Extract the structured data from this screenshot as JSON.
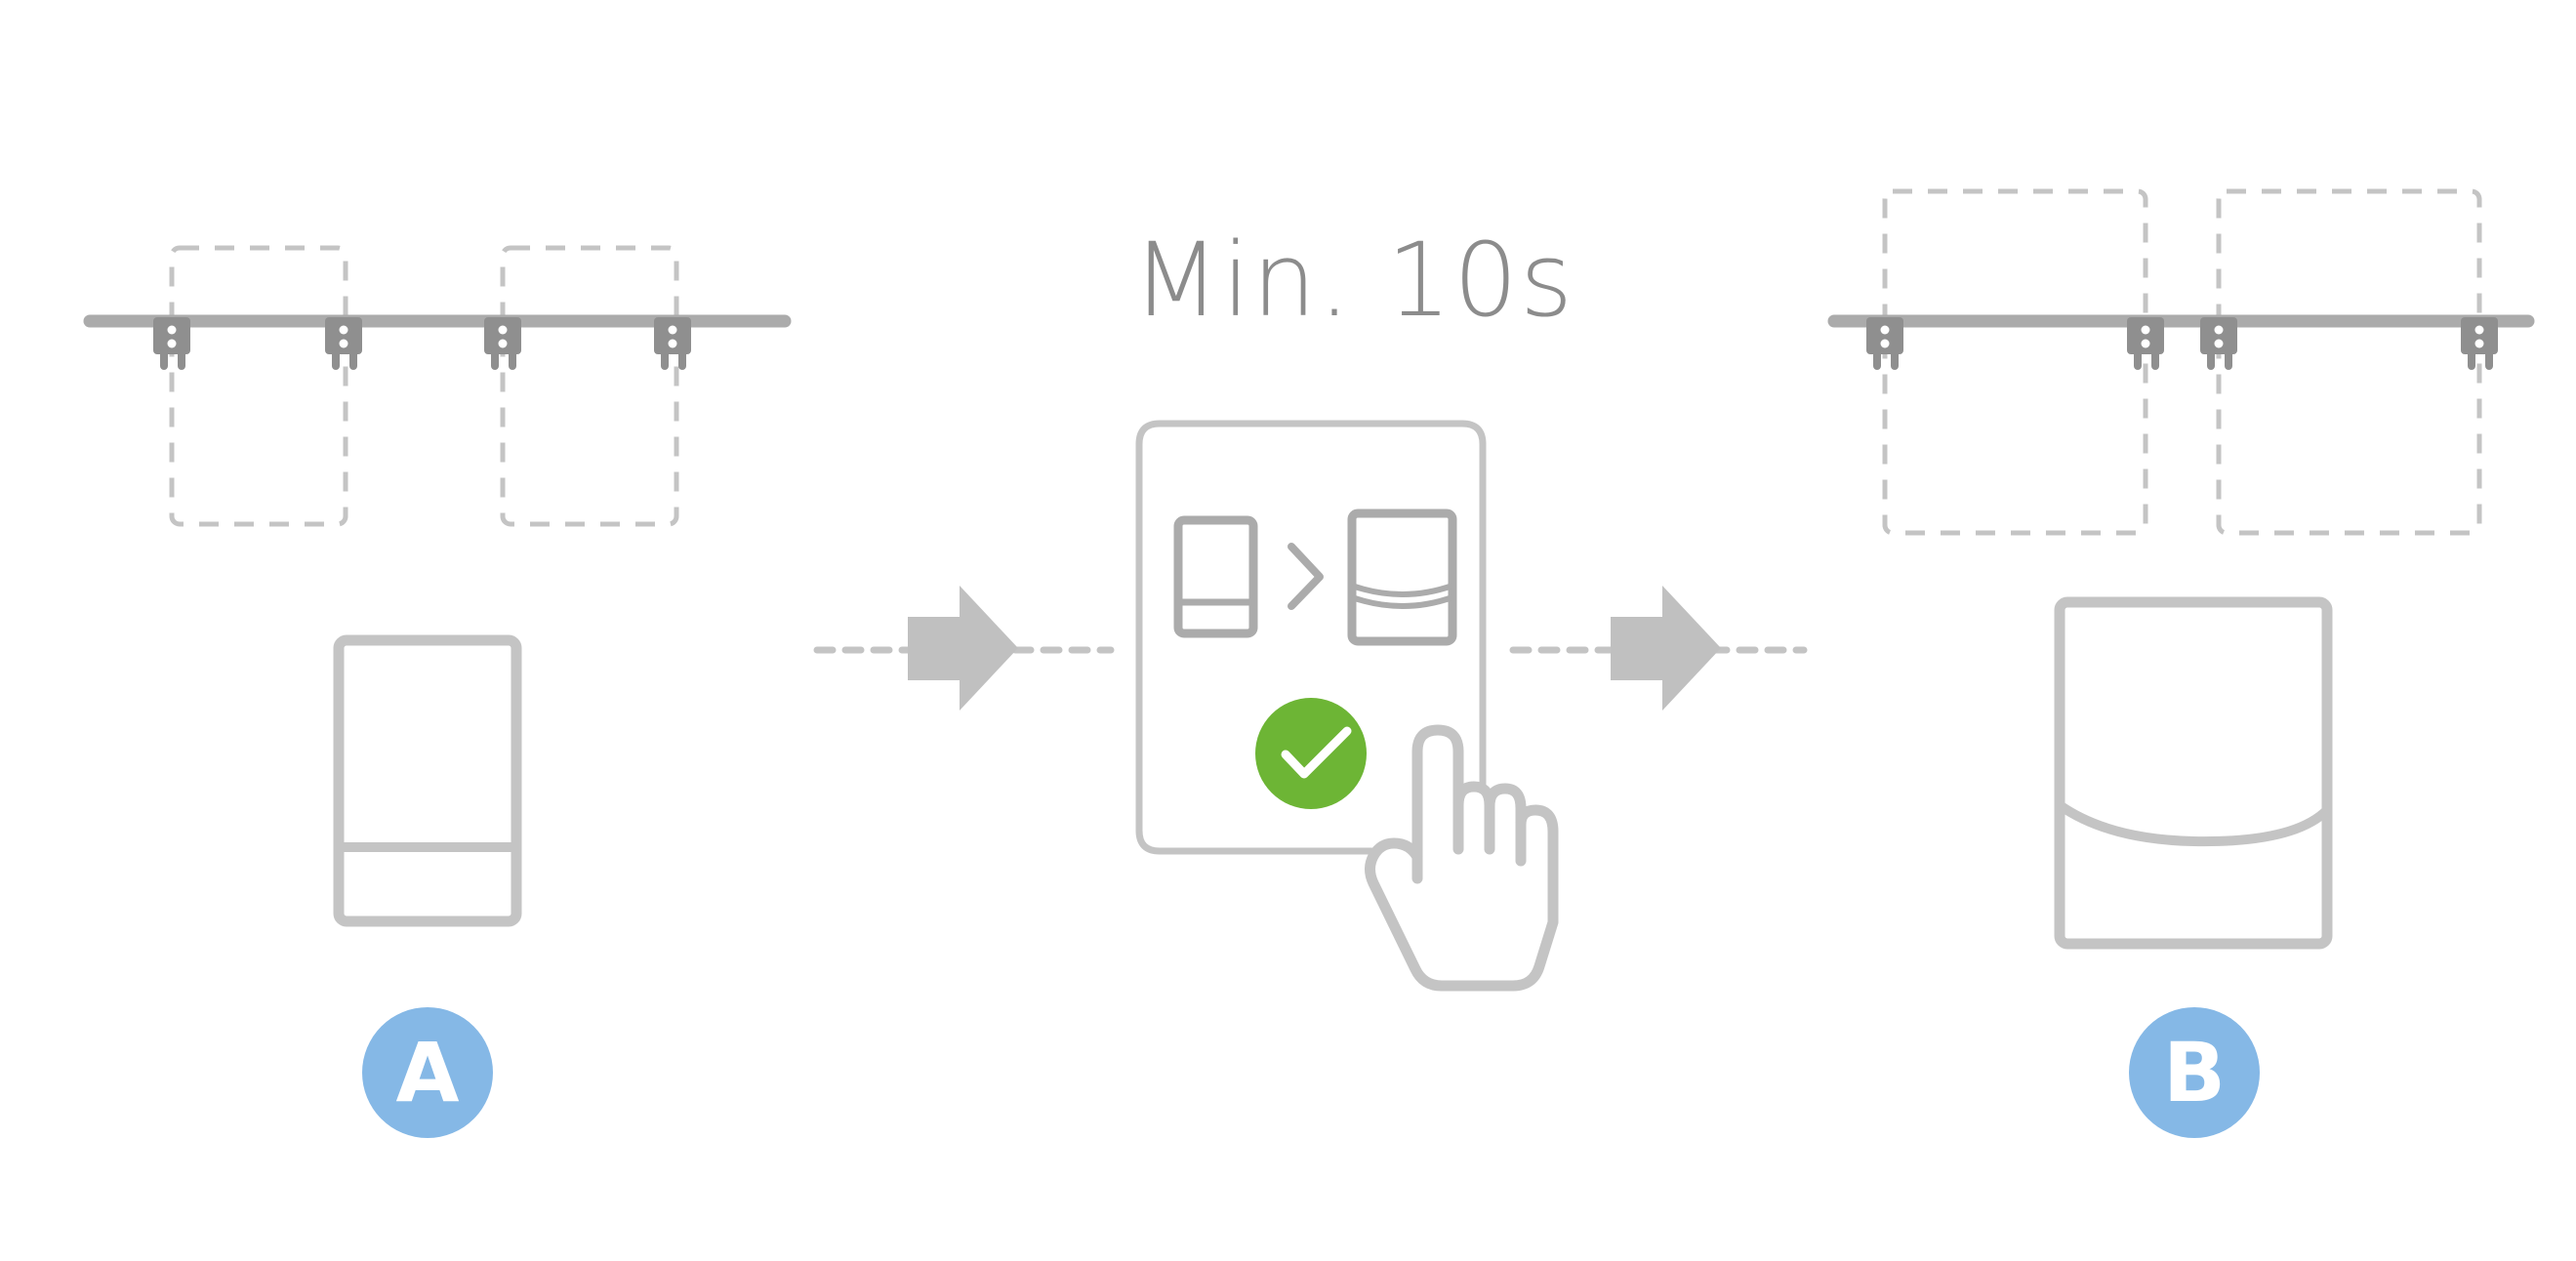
{
  "duration_label": "Min. 10s",
  "step_a_label": "A",
  "step_b_label": "B",
  "colors": {
    "line_gray": "#c4c4c4",
    "rail_gray": "#ababab",
    "clip_gray": "#8f8f8f",
    "arrow_gray": "#c0c0c0",
    "badge_blue": "#85b8e6",
    "check_green": "#6db535"
  },
  "icons": [
    "curtain-rail-icon",
    "window-icon",
    "arrow-right-icon",
    "remote-control-icon",
    "check-icon",
    "pointing-hand-icon"
  ]
}
